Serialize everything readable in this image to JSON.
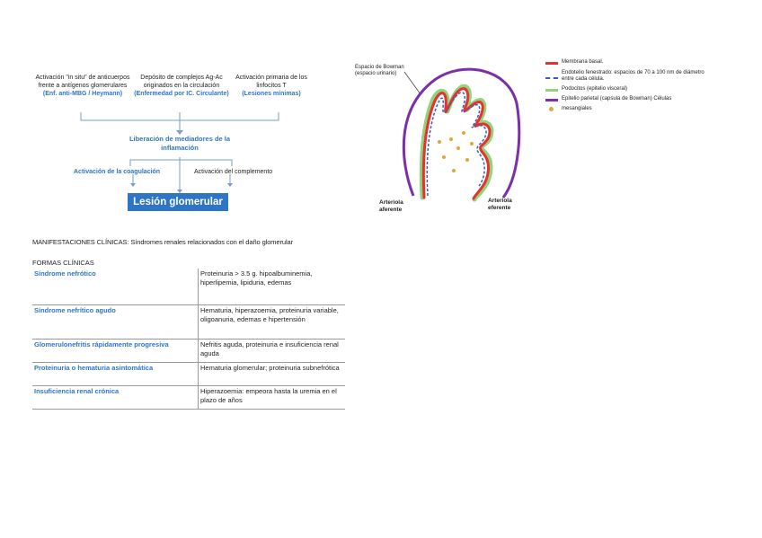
{
  "flow": {
    "col1_text": "Activación \"in situ\" de anticuerpos frente a antígenos glomerulares",
    "col1_tag": "(Enf. anti-MBG / Heymann)",
    "col2_text": "Depósito de complejos Ag-Ac originados en la circulación",
    "col2_tag": "(Enfermedad por IC. Circulante)",
    "col3_text": "Activación primaria de los linfocitos T",
    "col3_tag": "(Lesiones mínimas)",
    "mediators": "Liberación de mediadores de la inflamación",
    "coagulation": "Activación de la coagulación",
    "complement": "Activación del complemento",
    "result": "Lesión glomerular"
  },
  "diagram": {
    "bowman_label": "Espacio de Bowman (espacio urinario)",
    "aferente": "Arteriola aferente",
    "eferente": "Arteriola eferente",
    "legend": [
      {
        "label": "Membrana basal.",
        "color": "#e8312c"
      },
      {
        "label": "Endotelio fenestrado: espacios de 70 a 100 nm de diámetro entre cada célula.",
        "color": "#3b5dbb"
      },
      {
        "label": "Podocitos (epitelio visceral)",
        "color": "#8fd37a"
      },
      {
        "label": "Epitelio parietal (capsula de Bowman)  Células",
        "color": "#7b2fa8"
      },
      {
        "label": "mesangiales",
        "color": "#e0a83a"
      }
    ]
  },
  "section_title": "MANIFESTACIONES CLÍNICAS: Síndromes renales relacionados con el daño glomerular",
  "forms_title": "FORMAS CLÍNICAS",
  "forms": [
    {
      "name": "Síndrome nefrótico",
      "desc": "Proteinuria > 3.5 g. hipoalbuminemia, hiperlipemia, lipiduria, edemas"
    },
    {
      "name": "Síndrome nefrítico agudo",
      "desc": "Hematuria, hiperazoemia, proteinuria variable, oligoanuria, edemas e hipertensión"
    },
    {
      "name": "Glomerulonefritis rápidamente progresiva",
      "desc": "Nefritis aguda, proteinuria e insuficiencia renal aguda"
    },
    {
      "name": "Proteinuria o hematuria asintomática",
      "desc": "Hematuria glomerular; proteinuria subnefrótica"
    },
    {
      "name": "Insuficiencia renal crónica",
      "desc": "Hiperazoemia: empeora hasta la uremia en el plazo de años"
    }
  ]
}
